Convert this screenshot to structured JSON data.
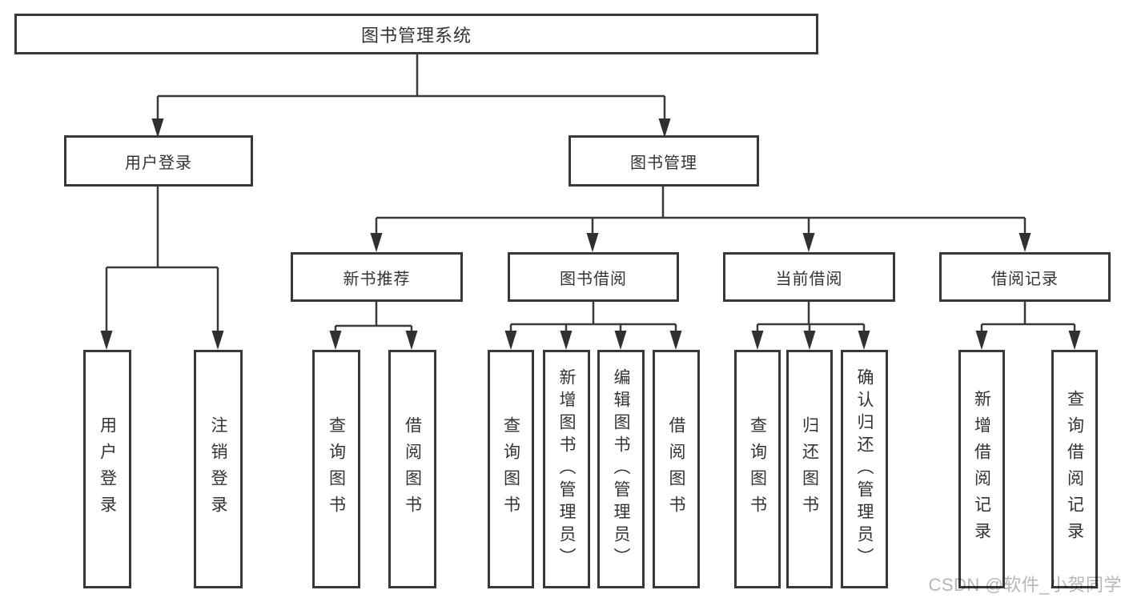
{
  "colors": {
    "background": "#ffffff",
    "box_fill": "#ffffff",
    "box_border": "#383838",
    "connector_line": "#3a3a3a",
    "arrowhead": "#303030",
    "text": "#333333",
    "watermark_text": "#b6b6b6"
  },
  "diagram": {
    "root": {
      "label": "图书管理系统"
    },
    "branches": [
      {
        "label": "用户登录",
        "leaves": [
          {
            "label": "用户登录"
          },
          {
            "label": "注销登录"
          }
        ]
      },
      {
        "label": "图书管理",
        "groups": [
          {
            "label": "新书推荐",
            "leaves": [
              {
                "label": "查询图书"
              },
              {
                "label": "借阅图书"
              }
            ]
          },
          {
            "label": "图书借阅",
            "leaves": [
              {
                "label": "查询图书"
              },
              {
                "label": "新增图书（管理员）"
              },
              {
                "label": "编辑图书（管理员）"
              },
              {
                "label": "借阅图书"
              }
            ]
          },
          {
            "label": "当前借阅",
            "leaves": [
              {
                "label": "查询图书"
              },
              {
                "label": "归还图书"
              },
              {
                "label": "确认归还（管理员）"
              }
            ]
          },
          {
            "label": "借阅记录",
            "leaves": [
              {
                "label": "新增借阅记录"
              },
              {
                "label": "查询借阅记录"
              }
            ]
          }
        ]
      }
    ]
  },
  "watermark": {
    "label": "CSDN @软件_小贺同学"
  }
}
